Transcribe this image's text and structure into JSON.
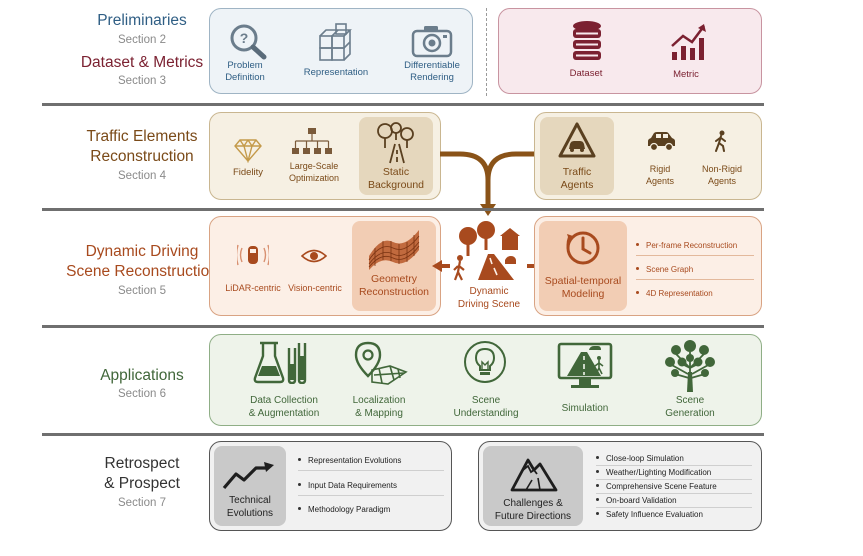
{
  "colors": {
    "blue": "#2f5e84",
    "blue_panel": "#eef3f7",
    "blue_border": "#9fb4c4",
    "maroon": "#7b2131",
    "pink_panel": "#f8e9ed",
    "pink_border": "#c894a0",
    "brown": "#7a4a18",
    "tan_panel": "#f6f0e3",
    "tan_border": "#c9b690",
    "tan_hi": "#e5d7bd",
    "orange": "#a84a1e",
    "peach_panel": "#fcefe6",
    "peach_border": "#d9a383",
    "peach_hi": "#f2cdb4",
    "green": "#41673a",
    "green_panel": "#eef3ea",
    "green_border": "#8fae86",
    "gray_panel": "#f1f1f1",
    "gray_hi": "#c9c9c9"
  },
  "sections": {
    "prelim": {
      "title": "Preliminaries",
      "sub": "Section 2"
    },
    "dataset": {
      "title": "Dataset & Metrics",
      "sub": "Section 3"
    },
    "traffic": {
      "title_l1": "Traffic Elements",
      "title_l2": "Reconstruction",
      "sub": "Section 4"
    },
    "dynamic": {
      "title_l1": "Dynamic Driving",
      "title_l2": "Scene Reconstruction",
      "sub": "Section 5"
    },
    "apps": {
      "title": "Applications",
      "sub": "Section 6"
    },
    "retro": {
      "title_l1": "Retrospect",
      "title_l2": "& Prospect",
      "sub": "Section 7"
    }
  },
  "prelim_items": {
    "problem": {
      "label": "Problem\nDefinition",
      "icon": "magnifier-question-icon"
    },
    "representation": {
      "label": "Representation",
      "icon": "voxel-cubes-icon"
    },
    "rendering": {
      "label": "Differentiable\nRendering",
      "icon": "camera-icon"
    }
  },
  "dataset_items": {
    "dataset": {
      "label": "Dataset",
      "icon": "database-icon"
    },
    "metric": {
      "label": "Metric",
      "icon": "growth-chart-icon"
    }
  },
  "traffic_items": {
    "fidelity": {
      "label": "Fidelity",
      "icon": "diamond-icon"
    },
    "optimization": {
      "label": "Large-Scale\nOptimization",
      "icon": "hierarchy-icon"
    },
    "static": {
      "label": "Static\nBackground",
      "icon": "trees-road-icon"
    },
    "agents": {
      "label": "Traffic\nAgents",
      "icon": "warning-car-icon"
    },
    "rigid": {
      "label": "Rigid\nAgents",
      "icon": "car-icon"
    },
    "nonrigid": {
      "label": "Non-Rigid\nAgents",
      "icon": "pedestrian-icon"
    }
  },
  "dynamic_items": {
    "lidar": {
      "label": "LiDAR-centric",
      "icon": "lidar-car-icon"
    },
    "vision": {
      "label": "Vision-centric",
      "icon": "eye-icon"
    },
    "geometry": {
      "label": "Geometry\nReconstruction",
      "icon": "mesh-surface-icon"
    },
    "scene": {
      "label": "Dynamic\nDriving Scene",
      "icon": "driving-scene-icon"
    },
    "spatial": {
      "label": "Spatial-temporal\nModeling",
      "icon": "clock-icon"
    },
    "list": [
      "Per-frame Reconstruction",
      "Scene Graph",
      "4D Representation"
    ]
  },
  "app_items": {
    "data": {
      "label": "Data Collection\n& Augmentation",
      "icon": "lab-flask-icon"
    },
    "local": {
      "label": "Localization\n& Mapping",
      "icon": "map-pin-icon"
    },
    "understanding": {
      "label": "Scene\nUnderstanding",
      "icon": "lightbulb-icon"
    },
    "simulation": {
      "label": "Simulation",
      "icon": "monitor-road-icon"
    },
    "generation": {
      "label": "Scene\nGeneration",
      "icon": "tree-network-icon"
    }
  },
  "retro_items": {
    "technical": {
      "label": "Technical\nEvolutions",
      "icon": "trend-arrow-icon"
    },
    "technical_list": [
      "Representation Evolutions",
      "Input Data Requirements",
      "Methodology Paradigm"
    ],
    "challenges": {
      "label": "Challenges &\nFuture Directions",
      "icon": "mountain-icon"
    },
    "challenges_list": [
      "Close-loop Simulation",
      "Weather/Lighting Modification",
      "Comprehensive Scene Feature",
      "On-board Validation",
      "Safety Influence Evaluation"
    ]
  }
}
